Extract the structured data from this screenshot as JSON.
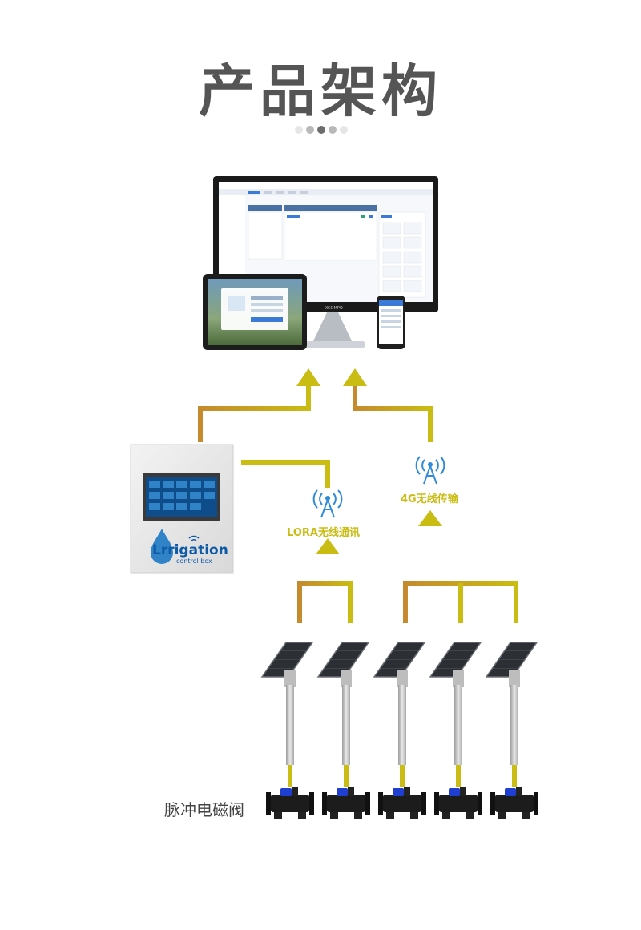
{
  "page": {
    "title": "产品架构"
  },
  "pagination": {
    "count": 5,
    "active_index": 2,
    "colors": [
      "#e6e6e6",
      "#b8b8b8",
      "#6d6d6d",
      "#b8b8b8",
      "#e6e6e6"
    ]
  },
  "network": {
    "lora_label": "LORA无线通讯",
    "g4_label": "4G无线传输",
    "line_colors": {
      "orange": "#c58a2d",
      "yellow": "#c9bc12"
    }
  },
  "control_box": {
    "brand": "Lrrigation",
    "subtitle": "control box"
  },
  "monitor": {
    "brand": "XCOMPO"
  },
  "devices": {
    "valve_label": "脉冲电磁阀",
    "solar_station_count": 5
  }
}
